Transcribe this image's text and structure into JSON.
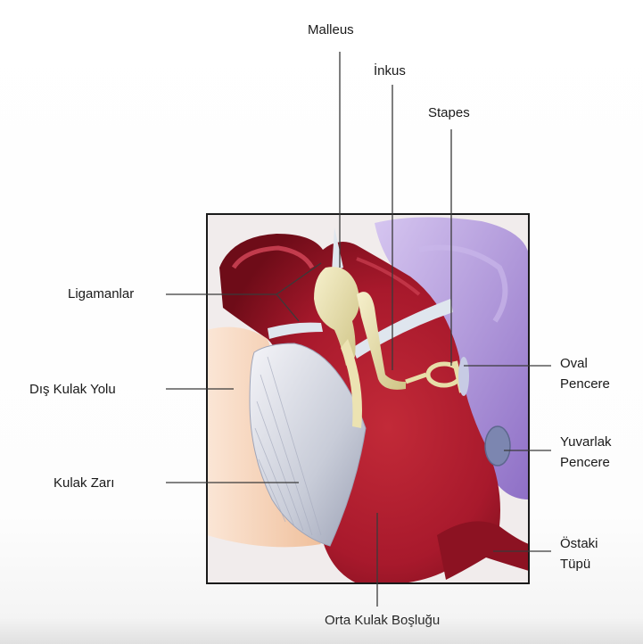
{
  "diagram": {
    "labels": {
      "malleus": "Malleus",
      "inkus": "İnkus",
      "stapes": "Stapes",
      "ligamanlar": "Ligamanlar",
      "dis_kulak_yolu": "Dış Kulak Yolu",
      "kulak_zari": "Kulak Zarı",
      "oval_pencere": [
        "Oval",
        "Pencere"
      ],
      "yuvarlak_pencere": [
        "Yuvarlak",
        "Pencere"
      ],
      "ostaki_tupu": [
        "Östaki",
        "Tüpü"
      ],
      "orta_kulak_boslugu": "Orta Kulak Boşluğu"
    }
  },
  "colors": {
    "cavity": "#a8192c",
    "cavity_dark": "#6e0c18",
    "bone": "#e8e0a8",
    "membrane": "#c8ccd8",
    "inner_ear": "#b59ad8",
    "skin": "#f3c9a8",
    "leader_line": "#3a3a3a"
  }
}
